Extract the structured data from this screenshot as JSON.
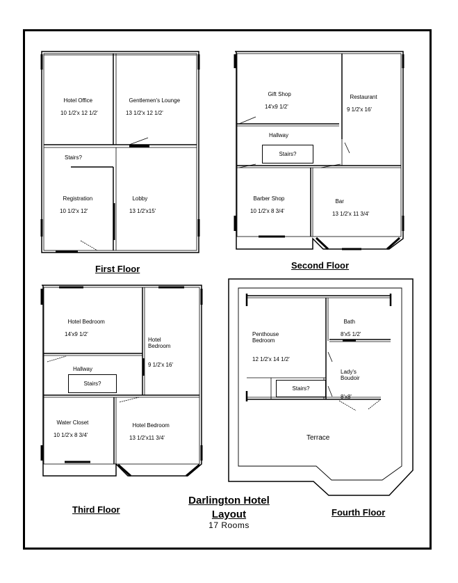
{
  "title": {
    "line1": "Darlington Hotel",
    "line2": "Layout",
    "subtitle": "17 Rooms"
  },
  "floors": {
    "first": {
      "label": "First Floor",
      "rooms": [
        {
          "name": "Hotel Office",
          "size": "10 1/2'x 12 1/2'"
        },
        {
          "name": "Gentlemen's Lounge",
          "size": "13 1/2'x 12 1/2'"
        },
        {
          "name": "Registration",
          "size": "10 1/2'x 12'"
        },
        {
          "name": "Lobby",
          "size": "13 1/2'x15'"
        }
      ],
      "stairs": "Stairs?"
    },
    "second": {
      "label": "Second Floor",
      "rooms": [
        {
          "name": "Gift Shop",
          "size": "14'x9 1/2'"
        },
        {
          "name": "Restaurant",
          "size": "9 1/2'x 16'"
        },
        {
          "name": "Hallway",
          "size": ""
        },
        {
          "name": "Barber Shop",
          "size": "10 1/2'x 8 3/4'"
        },
        {
          "name": "Bar",
          "size": "13 1/2'x 11 3/4'"
        }
      ],
      "stairs": "Stairs?"
    },
    "third": {
      "label": "Third  Floor",
      "rooms": [
        {
          "name": "Hotel Bedroom",
          "size": "14'x9 1/2'"
        },
        {
          "name": "Hotel\nBedroom",
          "size": "9 1/2'x 16'"
        },
        {
          "name": "Hallway",
          "size": ""
        },
        {
          "name": "Water Closet",
          "size": "10 1/2'x 8 3/4'"
        },
        {
          "name": "Hotel Bedroom",
          "size": "13 1/2'x11 3/4'"
        }
      ],
      "stairs": "Stairs?"
    },
    "fourth": {
      "label": "Fourth Floor",
      "rooms": [
        {
          "name": "Penthouse\nBedroom",
          "size": "12 1/2'x 14 1/2'"
        },
        {
          "name": "Bath",
          "size": "8'x5 1/2'"
        },
        {
          "name": "Lady's\nBoudoir",
          "size": "8'x8'"
        },
        {
          "name": "Terrace",
          "size": ""
        }
      ],
      "stairs": "Stairs?"
    }
  }
}
